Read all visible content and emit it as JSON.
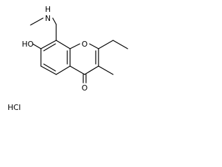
{
  "structure": {
    "atoms": {
      "amine_nh": "N",
      "amine_h": "H",
      "hydroxyl": "HO",
      "ring_oxygen": "O",
      "carbonyl_oxygen": "O"
    },
    "salt": "HCl"
  }
}
